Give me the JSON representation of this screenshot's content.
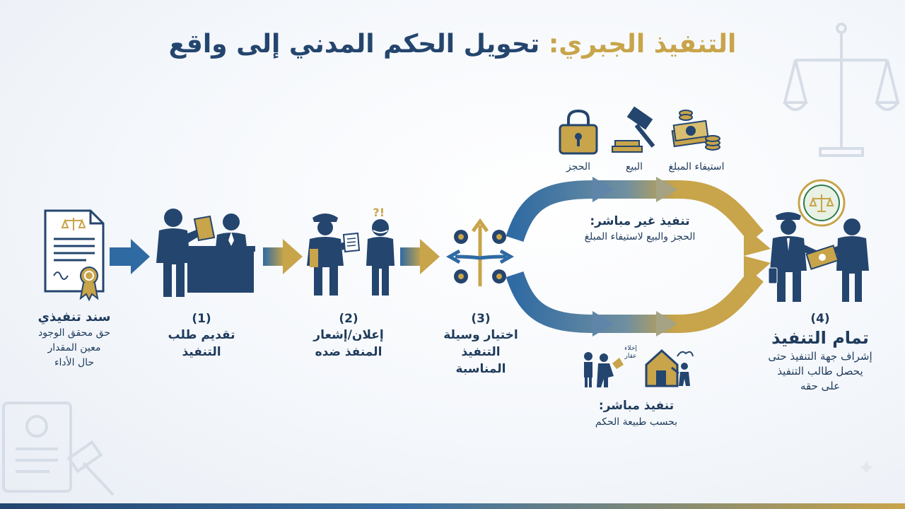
{
  "title": {
    "highlight": "التنفيذ الجبري:",
    "main": "تحويل الحكم المدني إلى واقع"
  },
  "document": {
    "title": "سند تنفيذي",
    "lines": [
      "حق محقق الوجود",
      "معين المقدار",
      "حال الأداء"
    ]
  },
  "steps": [
    {
      "number": "(1)",
      "lines": [
        "تقديم طلب",
        "التنفيذ"
      ]
    },
    {
      "number": "(2)",
      "lines": [
        "إعلان/إشعار",
        "المنفذ ضده"
      ]
    },
    {
      "number": "(3)",
      "lines": [
        "اختيار وسيلة",
        "التنفيذ",
        "المناسبة"
      ]
    },
    {
      "number": "(4)",
      "title": "تمام التنفيذ",
      "lines": [
        "إشراف جهة التنفيذ حتى",
        "يحصل طالب التنفيذ",
        "على حقه"
      ]
    }
  ],
  "indirect": {
    "title": "تنفيذ غير مباشر:",
    "subtitle": "الحجز والبيع لاستيفاء المبلغ",
    "icons": [
      {
        "label": "استيفاء المبلغ",
        "icon": "cash-stack-icon"
      },
      {
        "label": "البيع",
        "icon": "gavel-icon"
      },
      {
        "label": "الحجز",
        "icon": "padlock-icon"
      }
    ]
  },
  "direct": {
    "title": "تنفيذ مباشر:",
    "subtitle": "بحسب طبيعة الحكم",
    "badge_lines": [
      "إخلاء",
      "عقار"
    ],
    "icons": [
      "eviction-icon",
      "demolition-icon"
    ]
  },
  "colors": {
    "navy": "#24456e",
    "blue": "#2f6aa3",
    "gold": "#c8a44a",
    "text": "#1f3b5c"
  }
}
